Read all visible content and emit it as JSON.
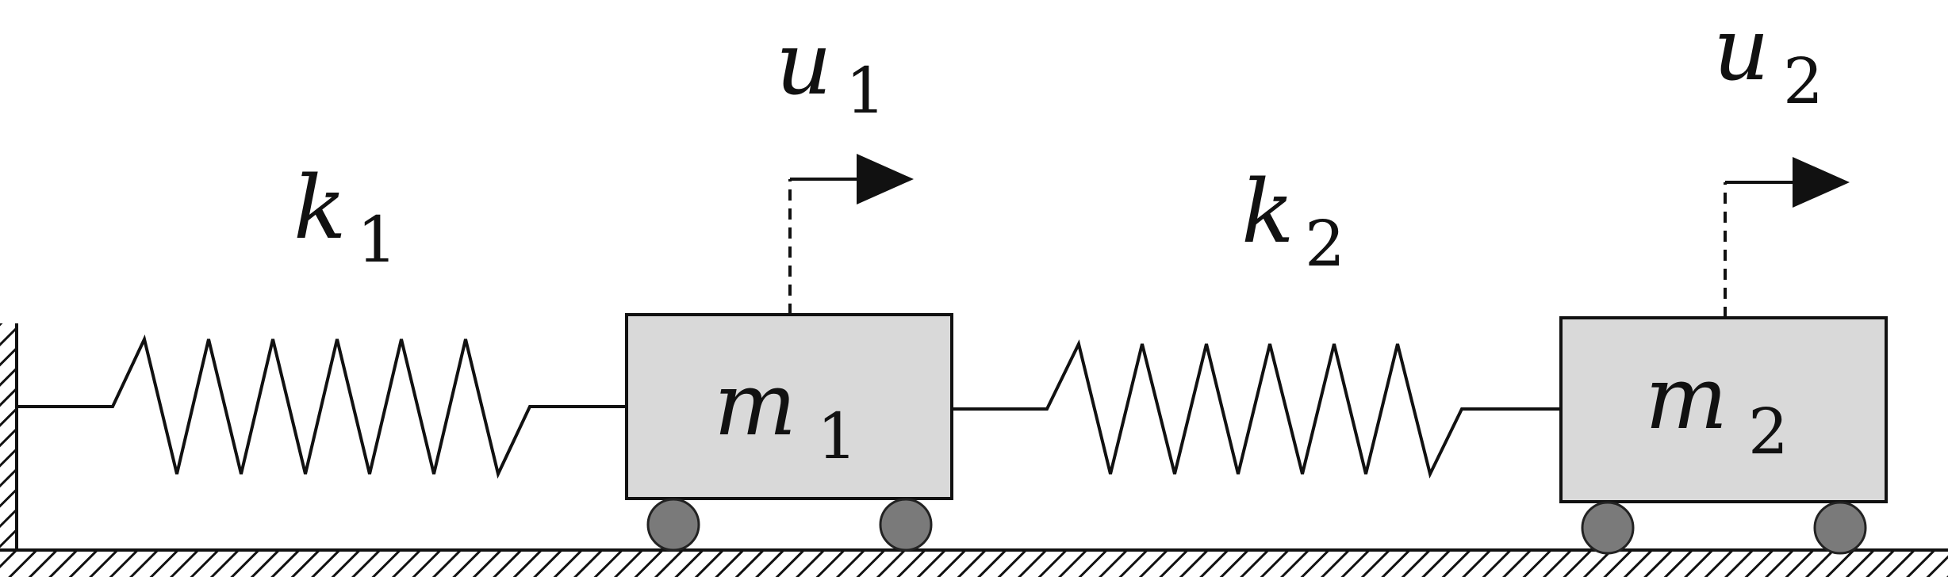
{
  "colors": {
    "line": "#111111",
    "mass_fill": "#d9d9d9",
    "wheel_fill": "#7a7a7a",
    "background": "#ffffff"
  },
  "springs": [
    {
      "symbol": "k",
      "subscript": "1"
    },
    {
      "symbol": "k",
      "subscript": "2"
    }
  ],
  "masses": [
    {
      "symbol": "m",
      "subscript": "1"
    },
    {
      "symbol": "m",
      "subscript": "2"
    }
  ],
  "displacements": [
    {
      "symbol": "u",
      "subscript": "1"
    },
    {
      "symbol": "u",
      "subscript": "2"
    }
  ]
}
